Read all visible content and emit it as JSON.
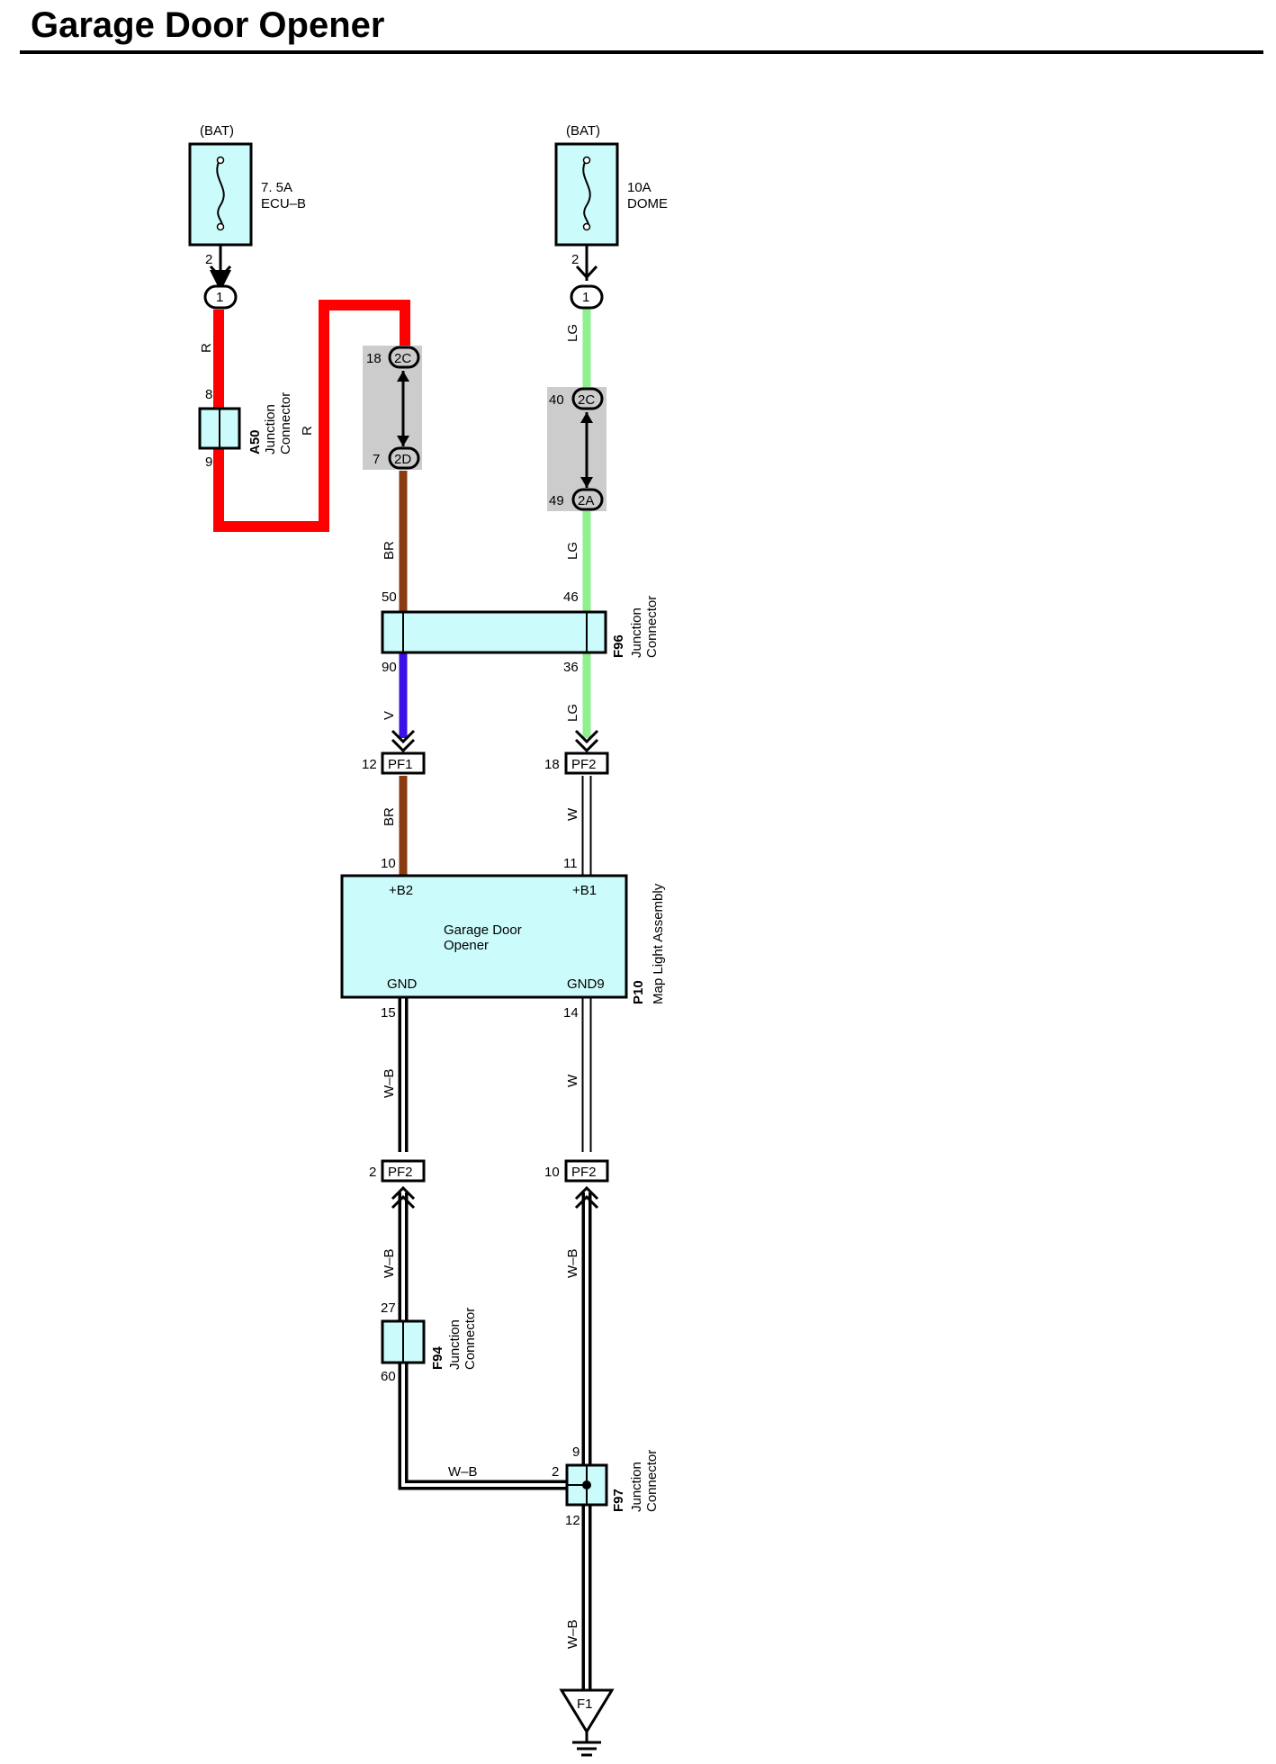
{
  "title": "Garage Door Opener",
  "colors": {
    "red": "#ff0000",
    "brown": "#8b3b12",
    "light_green": "#8ef08e",
    "violet": "#3b10e8",
    "component_fill": "#ccfbfb",
    "shade": "#cccccc"
  },
  "fuses": [
    {
      "bat": "(BAT)",
      "rating": "7. 5A",
      "name": "ECU–B",
      "pin": "2",
      "conn": "1"
    },
    {
      "bat": "(BAT)",
      "rating": "10A",
      "name": "DOME",
      "pin": "2",
      "conn": "1"
    }
  ],
  "a50": {
    "code": "A50",
    "type1": "Junction",
    "type2": "Connector",
    "pin_in": "8",
    "pin_out": "9"
  },
  "wires": {
    "r1": "R",
    "r2": "R",
    "br1": "BR",
    "lg1": "LG",
    "lg2": "LG",
    "v": "V",
    "lg3": "LG",
    "br2": "BR",
    "w1": "W",
    "wb1": "W–B",
    "w2": "W",
    "wb2": "W–B",
    "wb3": "W–B",
    "wb_h": "W–B",
    "wb4": "W–B"
  },
  "inline_left": {
    "pin_top": "18",
    "conn_top": "2C",
    "pin_bot": "7",
    "conn_bot": "2D"
  },
  "inline_right": {
    "pin_top": "40",
    "conn_top": "2C",
    "pin_bot": "49",
    "conn_bot": "2A"
  },
  "f96": {
    "code": "F96",
    "type1": "Junction",
    "type2": "Connector",
    "p_tl": "50",
    "p_tr": "46",
    "p_bl": "90",
    "p_br": "36"
  },
  "pf_top": [
    {
      "pin": "12",
      "name": "PF1"
    },
    {
      "pin": "18",
      "name": "PF2"
    }
  ],
  "p10": {
    "code": "P10",
    "desc": "Map Light Assembly",
    "line1": "Garage Door",
    "line2": "Opener",
    "t_b2": "+B2",
    "t_b1": "+B1",
    "t_gnd": "GND",
    "t_gnd9": "GND9",
    "p10": "10",
    "p11": "11",
    "p15": "15",
    "p14": "14"
  },
  "pf_bot": [
    {
      "pin": "2",
      "name": "PF2"
    },
    {
      "pin": "10",
      "name": "PF2"
    }
  ],
  "f94": {
    "code": "F94",
    "type1": "Junction",
    "type2": "Connector",
    "pin_in": "27",
    "pin_out": "60"
  },
  "f97": {
    "code": "F97",
    "type1": "Junction",
    "type2": "Connector",
    "p_top": "9",
    "p_left": "2",
    "p_bot": "12"
  },
  "ground": {
    "name": "F1"
  }
}
